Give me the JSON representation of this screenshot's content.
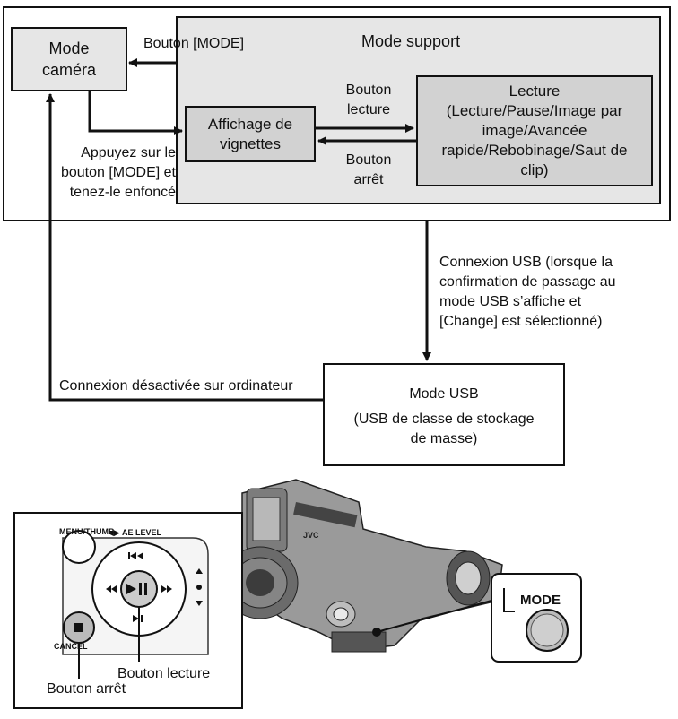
{
  "diagram": {
    "mode_camera": "Mode\ncaméra",
    "mode_support_title": "Mode support",
    "bouton_mode_label": "Bouton [MODE]",
    "affichage_vignettes": "Affichage de\nvignettes",
    "bouton_lecture_top": "Bouton\nlecture",
    "bouton_arret_top": "Bouton\narrêt",
    "lecture_box": "Lecture\n(Lecture/Pause/Image par\nimage/Avancée\nrapide/Rebobinage/Saut de\nclip)",
    "appuyez_note": "Appuyez sur le\nbouton [MODE] et\ntenez-le enfoncé",
    "usb_connection_note": "Connexion USB (lorsque la\nconfirmation de passage au\nmode USB s’affiche et\n[Change] est sélectionné)",
    "disconnect_note": "Connexion désactivée sur ordinateur",
    "mode_usb_title": "Mode USB",
    "mode_usb_sub": "(USB de classe de stockage\nde masse)"
  },
  "camera": {
    "menu_thumb": "MENU/THUMB",
    "ae_level": "AE LEVEL",
    "cancel": "CANCEL",
    "mode_label": "MODE",
    "bouton_lecture_caption": "Bouton lecture",
    "bouton_arret_caption": "Bouton arrêt"
  }
}
